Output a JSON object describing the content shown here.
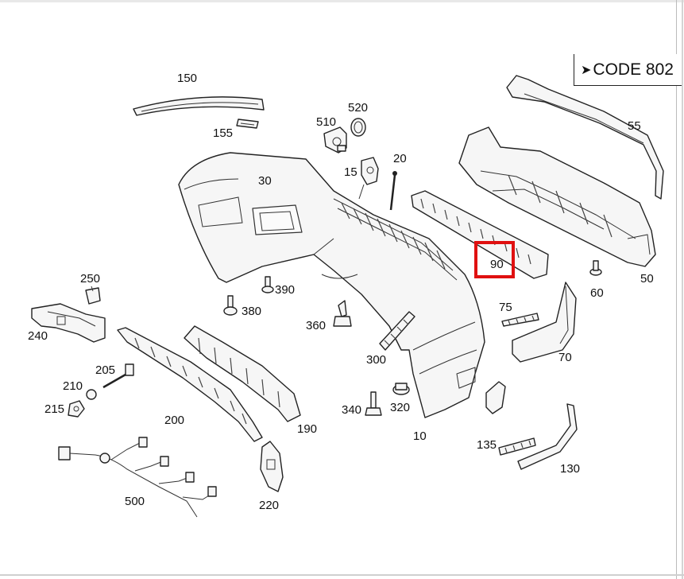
{
  "code_label": "CODE 802",
  "highlight_color": "#e01010",
  "parts": {
    "p10": "10",
    "p15": "15",
    "p20": "20",
    "p30": "30",
    "p50": "50",
    "p55": "55",
    "p60": "60",
    "p70": "70",
    "p75": "75",
    "p90": "90",
    "p130": "130",
    "p135": "135",
    "p150": "150",
    "p155": "155",
    "p190": "190",
    "p200": "200",
    "p205": "205",
    "p210": "210",
    "p215": "215",
    "p220": "220",
    "p240": "240",
    "p250": "250",
    "p300": "300",
    "p320": "320",
    "p340": "340",
    "p360": "360",
    "p380": "380",
    "p390": "390",
    "p500": "500",
    "p510": "510",
    "p520": "520"
  }
}
